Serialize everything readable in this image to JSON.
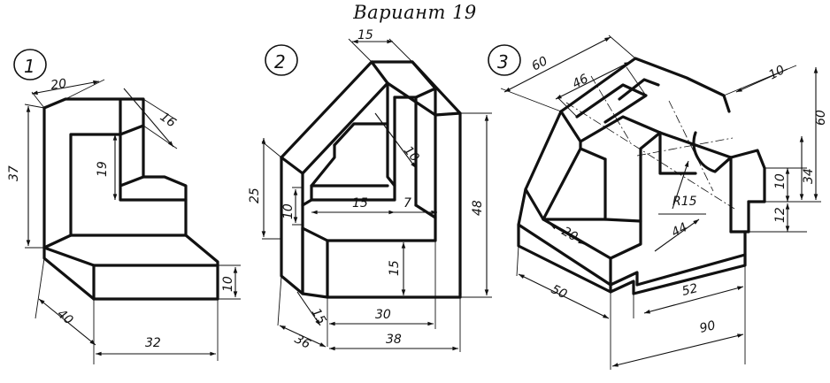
{
  "title": "Вариант 19",
  "variants": [
    {
      "label": "1",
      "dims": {
        "width_top": "20",
        "depth_top": "16",
        "height": "37",
        "inner": "19",
        "base_depth": "40",
        "base_width": "32",
        "base_height": "10"
      }
    },
    {
      "label": "2",
      "dims": {
        "top": "15",
        "slot": "10",
        "left_height": "25",
        "left_inner": "10",
        "inner_width": "15",
        "inner_step": "7",
        "height": "48",
        "base_step": "15",
        "bottom_small": "15",
        "bottom_30": "30",
        "depth": "36",
        "width": "38"
      }
    },
    {
      "label": "3",
      "dims": {
        "length": "60",
        "slot": "46",
        "rib": "10",
        "height": "60",
        "right_34": "34",
        "right_10": "10",
        "right_12": "12",
        "radius": "R15",
        "center": "44",
        "rib_width": "20",
        "depth": "50",
        "inner_len": "52",
        "total": "90"
      }
    }
  ]
}
